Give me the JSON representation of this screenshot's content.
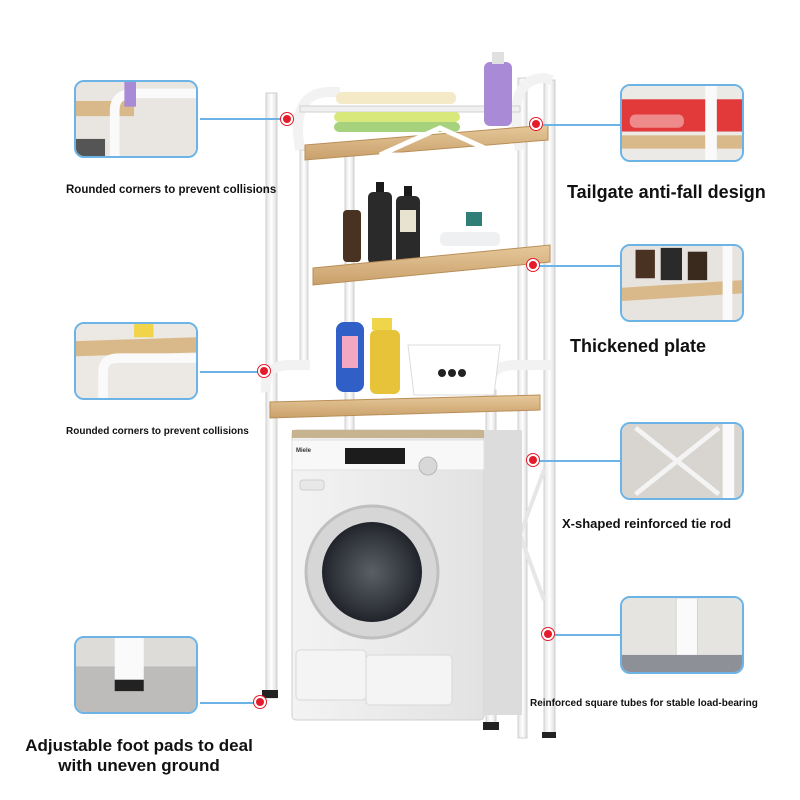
{
  "callouts": {
    "rounded_corners_top": "Rounded corners to prevent collisions",
    "tailgate": "Tailgate anti-fall design",
    "thickened_plate": "Thickened plate",
    "rounded_corners_mid": "Rounded corners to prevent collisions",
    "tie_rod": "X-shaped reinforced tie rod",
    "square_tubes": "Reinforced square tubes for stable load-bearing",
    "foot_pads": "Adjustable foot pads to deal with uneven ground"
  },
  "product": {
    "washer_brand": "Miele"
  },
  "colors": {
    "accent_line": "#6cb4e6",
    "marker": "#e41b2b",
    "frame": "#f4f4f4",
    "wood": "#d9b98a"
  }
}
